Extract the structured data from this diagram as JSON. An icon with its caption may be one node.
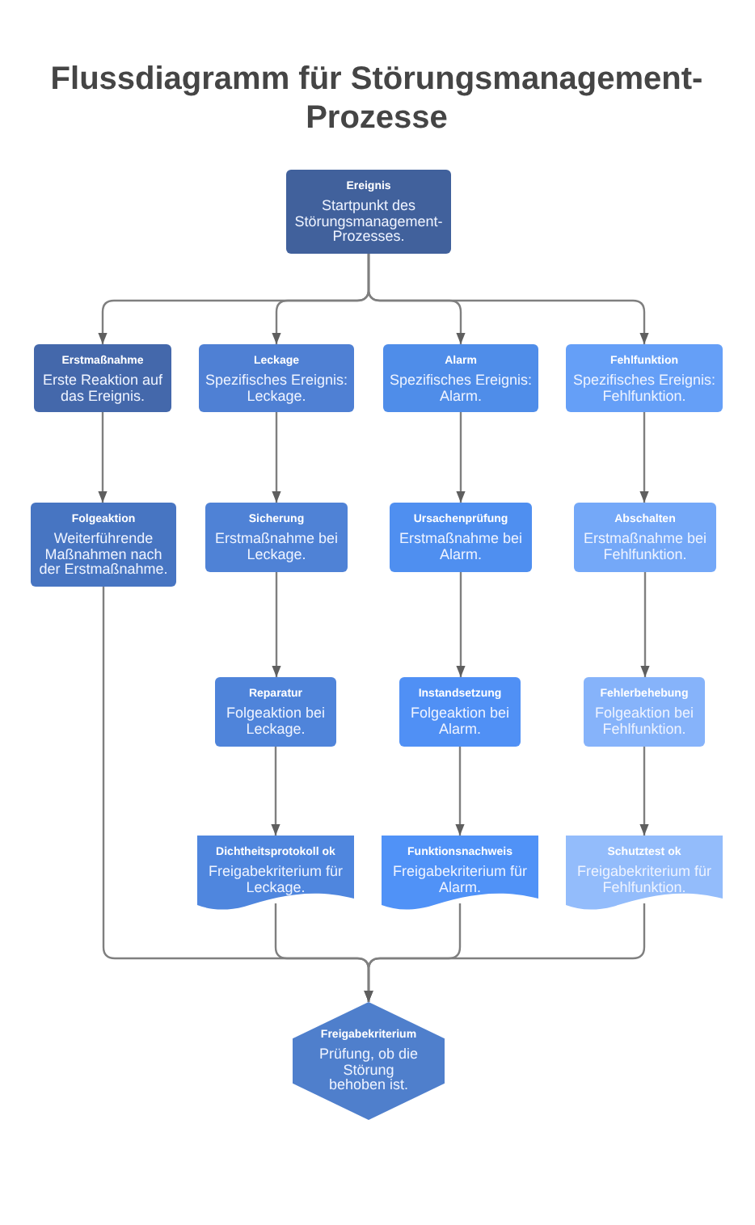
{
  "diagram": {
    "title": "Flussdiagramm für Störungsmanagement-Prozesse",
    "nodes": [
      {
        "text": [
          "Ereignis",
          "Startpunkt des Störungsmanagement-Prozesses."
        ]
      },
      {
        "text": [
          "Erstmaßnahme",
          "Erste Reaktion auf das Ereignis."
        ]
      },
      {
        "text": [
          "Leckage",
          "Spezifisches Ereignis: Leckage."
        ]
      },
      {
        "text": [
          "Alarm",
          "Spezifisches Ereignis: Alarm."
        ]
      },
      {
        "text": [
          "Fehlfunktion",
          "Spezifisches Ereignis: Fehlfunktion."
        ]
      },
      {
        "text": [
          "Folgeaktion",
          "Weiterführende Maßnahmen nach der Erstmaßnahme."
        ]
      },
      {
        "text": [
          "Sicherung",
          "Erstmaßnahme bei Leckage."
        ]
      },
      {
        "text": [
          "Ursachenprüfung",
          "Erstmaßnahme bei Alarm."
        ]
      },
      {
        "text": [
          "Abschalten",
          "Erstmaßnahme bei Fehlfunktion."
        ]
      },
      {
        "text": [
          "Reparatur",
          "Folgeaktion bei Leckage."
        ]
      },
      {
        "text": [
          "Instandsetzung",
          "Folgeaktion bei Alarm."
        ]
      },
      {
        "text": [
          "Fehlerbehebung",
          "Folgeaktion bei Fehlfunktion."
        ]
      },
      {
        "text": [
          "Dichtheitsprotokoll ok",
          "Freigabekriterium für Leckage."
        ]
      },
      {
        "text": [
          "Funktionsnachweis",
          "Freigabekriterium für Alarm."
        ]
      },
      {
        "text": [
          "Schutztest ok",
          "Freigabekriterium für Fehlfunktion."
        ]
      },
      {
        "text": [
          "Freigabekriterium",
          "Prüfung, ob die Störung behoben ist."
        ]
      }
    ],
    "edges": [
      {
        "from": 0,
        "to": 1,
        "arrow": "to"
      },
      {
        "from": 0,
        "to": 2,
        "arrow": "to"
      },
      {
        "from": 0,
        "to": 3,
        "arrow": "to"
      },
      {
        "from": 0,
        "to": 4,
        "arrow": "to"
      },
      {
        "from": 1,
        "to": 5,
        "arrow": "to"
      },
      {
        "from": 2,
        "to": 6,
        "arrow": "to"
      },
      {
        "from": 3,
        "to": 7,
        "arrow": "to"
      },
      {
        "from": 4,
        "to": 8,
        "arrow": "to"
      },
      {
        "from": 6,
        "to": 9,
        "arrow": "to"
      },
      {
        "from": 7,
        "to": 10,
        "arrow": "to"
      },
      {
        "from": 8,
        "to": 11,
        "arrow": "to"
      },
      {
        "from": 9,
        "to": 12,
        "arrow": "to"
      },
      {
        "from": 10,
        "to": 13,
        "arrow": "to"
      },
      {
        "from": 11,
        "to": 14,
        "arrow": "to"
      },
      {
        "from": 5,
        "to": 15,
        "arrow": "to"
      },
      {
        "from": 12,
        "to": 15,
        "arrow": "to"
      },
      {
        "from": 13,
        "to": 15,
        "arrow": "to"
      },
      {
        "from": 14,
        "to": 15,
        "arrow": "to"
      }
    ]
  }
}
